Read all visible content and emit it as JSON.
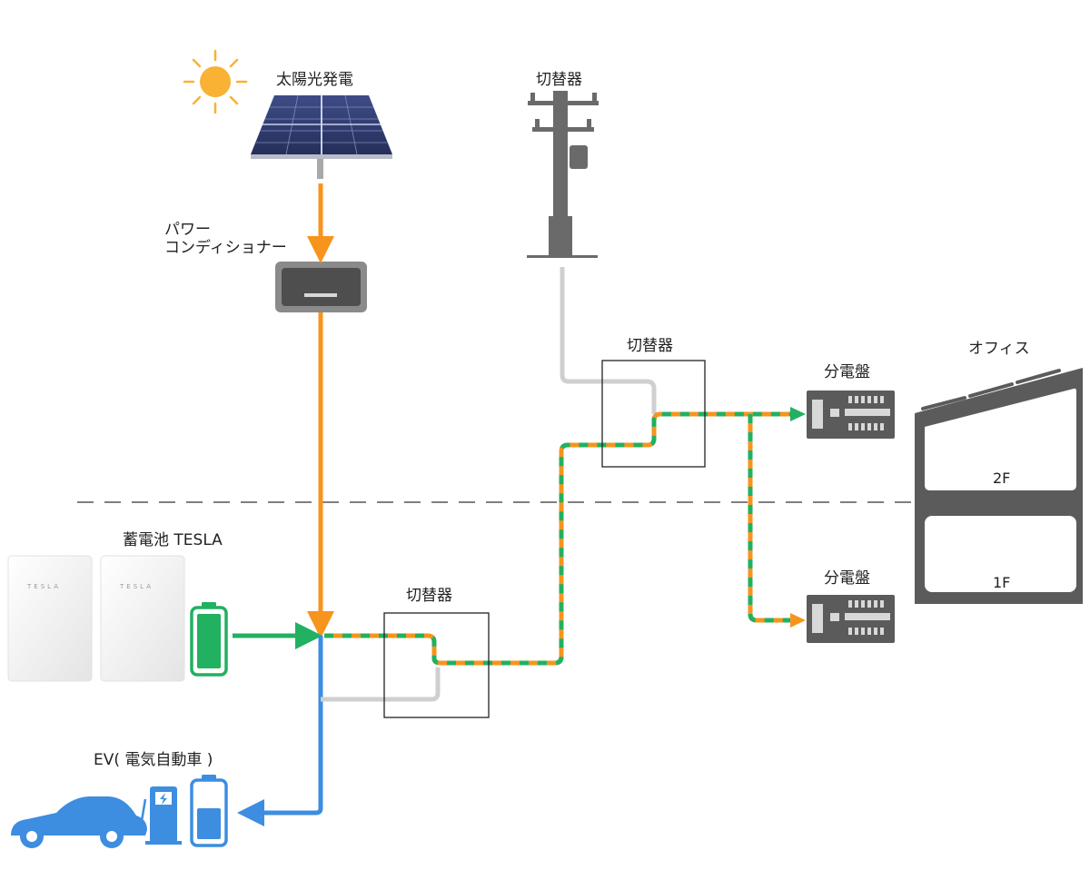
{
  "labels": {
    "solar": "太陽光発電",
    "pcs_line1": "パワー",
    "pcs_line2": "コンディショナー",
    "grid_switch": "切替器",
    "mid_switch": "切替器",
    "low_switch": "切替器",
    "office": "オフィス",
    "panel_upper": "分電盤",
    "panel_lower": "分電盤",
    "floor_2": "2F",
    "floor_1": "1F",
    "battery": "蓄電池 TESLA",
    "battery_brand_left": "TESLA",
    "battery_brand_right": "TESLA",
    "ev": "EV( 電気自動車 )"
  },
  "colors": {
    "solar_flow": "#F7941D",
    "battery_flow": "#22B061",
    "ev_flow": "#3D8DE0",
    "grid_flow": "#CFCFCF",
    "device_gray": "#5B5B5B",
    "sun": "#F9B233",
    "panel_blue": "#2E3A6E"
  },
  "icons": [
    "sun-icon",
    "solar-panel-icon",
    "power-conditioner-icon",
    "utility-pole-icon",
    "distribution-board-icon",
    "office-building-icon",
    "tesla-powerwall-icon",
    "battery-charged-icon",
    "battery-half-icon",
    "ev-car-icon",
    "charger-icon"
  ]
}
